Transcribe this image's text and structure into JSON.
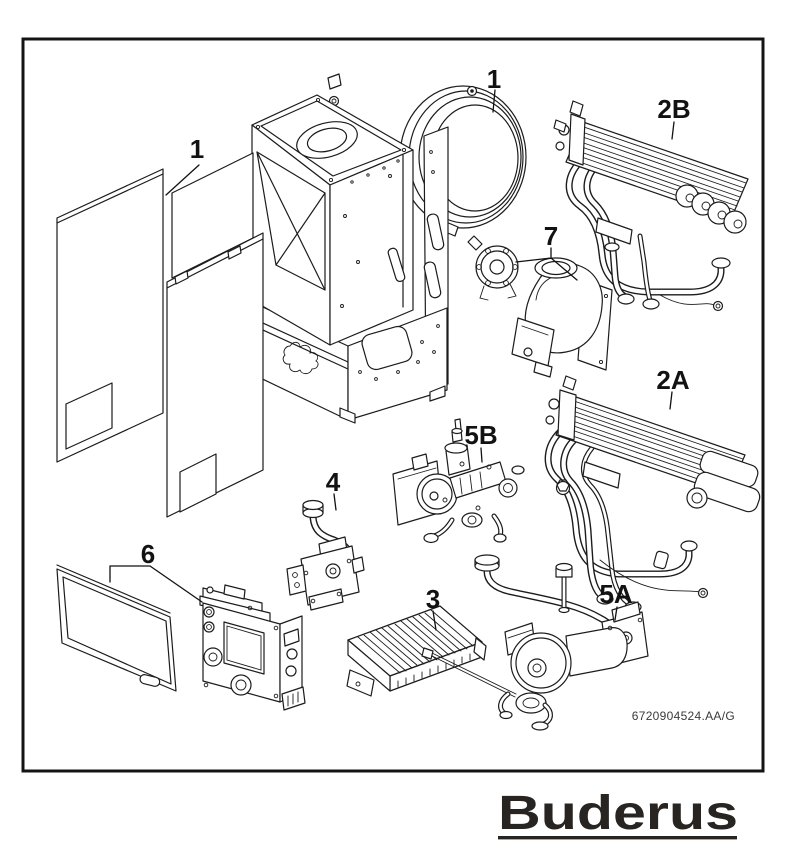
{
  "diagram": {
    "title_hint": "exploded-parts-drawing-boiler",
    "frame_color": "#141414",
    "line_color": "#1c1c1c",
    "background": "#ffffff",
    "part_labels": {
      "casing": "1",
      "expansion_vessel": "1",
      "heat_exchanger_b": "2B",
      "fan_assembly": "7",
      "heat_exchanger_a": "2A",
      "valve_5b": "5B",
      "gas_valve": "4",
      "control_unit": "6",
      "burner": "3",
      "pump_5a": "5A"
    },
    "document_number": "6720904524.AA/G",
    "brand_logo": "Buderus",
    "logo_color": "#272421"
  }
}
